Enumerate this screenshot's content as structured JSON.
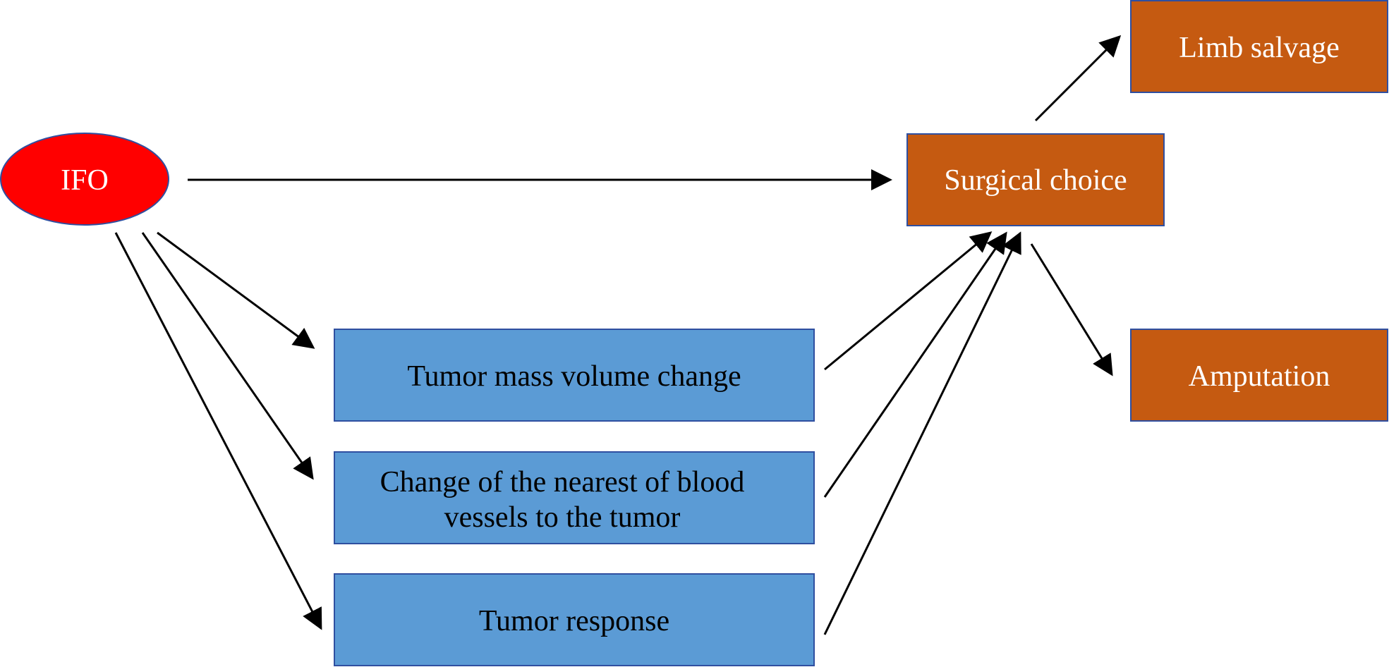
{
  "colors": {
    "ellipse_fill": "#FF0000",
    "ellipse_stroke": "#2F4FA0",
    "orange_fill": "#C55A11",
    "orange_stroke": "#2F4FA0",
    "blue_fill": "#5B9BD5",
    "blue_stroke": "#2F4FA0",
    "arrow": "#000000"
  },
  "nodes": {
    "ifo": {
      "label": "IFO"
    },
    "surgical_choice": {
      "label": "Surgical choice"
    },
    "limb_salvage": {
      "label": "Limb salvage"
    },
    "amputation": {
      "label": "Amputation"
    },
    "tumor_mass": {
      "label": "Tumor mass volume change"
    },
    "blood_vessels": {
      "line1": "Change of the nearest of blood",
      "line2": "vessels to the tumor"
    },
    "tumor_response": {
      "label": "Tumor response"
    }
  }
}
